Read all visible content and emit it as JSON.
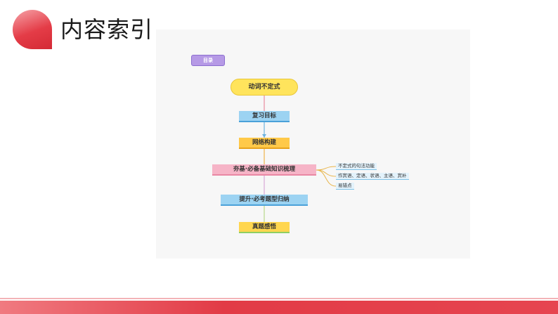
{
  "header": {
    "title": "内容索引"
  },
  "diagram": {
    "tag": "目录",
    "start": "动词不定式",
    "steps": [
      "复习目标",
      "网络构建",
      "夯基·必备基础知识梳理",
      "提升·必考题型归纳",
      "真题感悟"
    ],
    "branches": [
      "不定式的句法功能",
      "作宾语、定语、状语、主语、宾补",
      "易错点"
    ]
  },
  "colors": {
    "accent": "#e43c47",
    "tag": "#b69ae6",
    "start": "#ffe45c",
    "blue_box": "#9cd3f2",
    "orange_box": "#ffc949",
    "pink_box": "#f6b4c7",
    "sub_box": "#e3f2fb"
  }
}
